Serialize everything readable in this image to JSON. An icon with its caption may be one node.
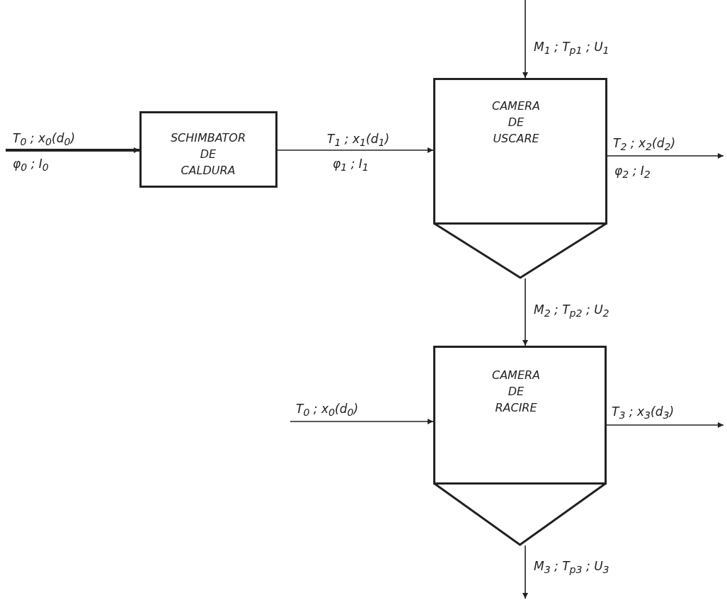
{
  "diagram": {
    "nodes": [
      {
        "text": [
          "SCHIMBATOR DE CALDURA"
        ]
      },
      {
        "text": [
          "CAMERA DE USCARE"
        ],
        "beside": [
          "φ$_{2}$ ; I$_{2}$"
        ]
      },
      {
        "text": [
          "CAMERA DE RACIRE"
        ]
      }
    ],
    "edges": [
      {
        "from": null,
        "to": 0,
        "arrow": "to",
        "label": "T$_{0}$ ; x$_{0}$(d$_{0}$)",
        "style": "thick"
      },
      {
        "from": 0,
        "to": 1,
        "arrow": "to",
        "label": "T$_{1}$ ; x$_{1}$(d$_{1}$)"
      },
      {
        "from": null,
        "to": 1,
        "arrow": "to",
        "label": "M$_{1}$ ; T$_{p1}$ ; U$_{1}$"
      },
      {
        "from": 1,
        "to": null,
        "arrow": "to",
        "label": "T$_{2}$ ; x$_{2}$(d$_{2}$)"
      },
      {
        "from": 1,
        "to": 2,
        "arrow": "to",
        "label": "M$_{2}$ ; T$_{p2}$ ; U$_{2}$"
      },
      {
        "from": null,
        "to": 2,
        "arrow": "to",
        "label": "T$_{0}$ ; x$_{0}$(d$_{0}$)"
      },
      {
        "from": 2,
        "to": null,
        "arrow": "to",
        "label": "T$_{3}$ ; x$_{3}$(d$_{3}$)"
      },
      {
        "from": 2,
        "to": null,
        "arrow": "to",
        "label": "M$_{3}$ ; T$_{p3}$ ; U$_{3}$"
      }
    ],
    "labels": [
      "φ$_{0}$ ; I$_{0}$",
      "φ$_{1}$ ; I$_{1}$"
    ]
  }
}
